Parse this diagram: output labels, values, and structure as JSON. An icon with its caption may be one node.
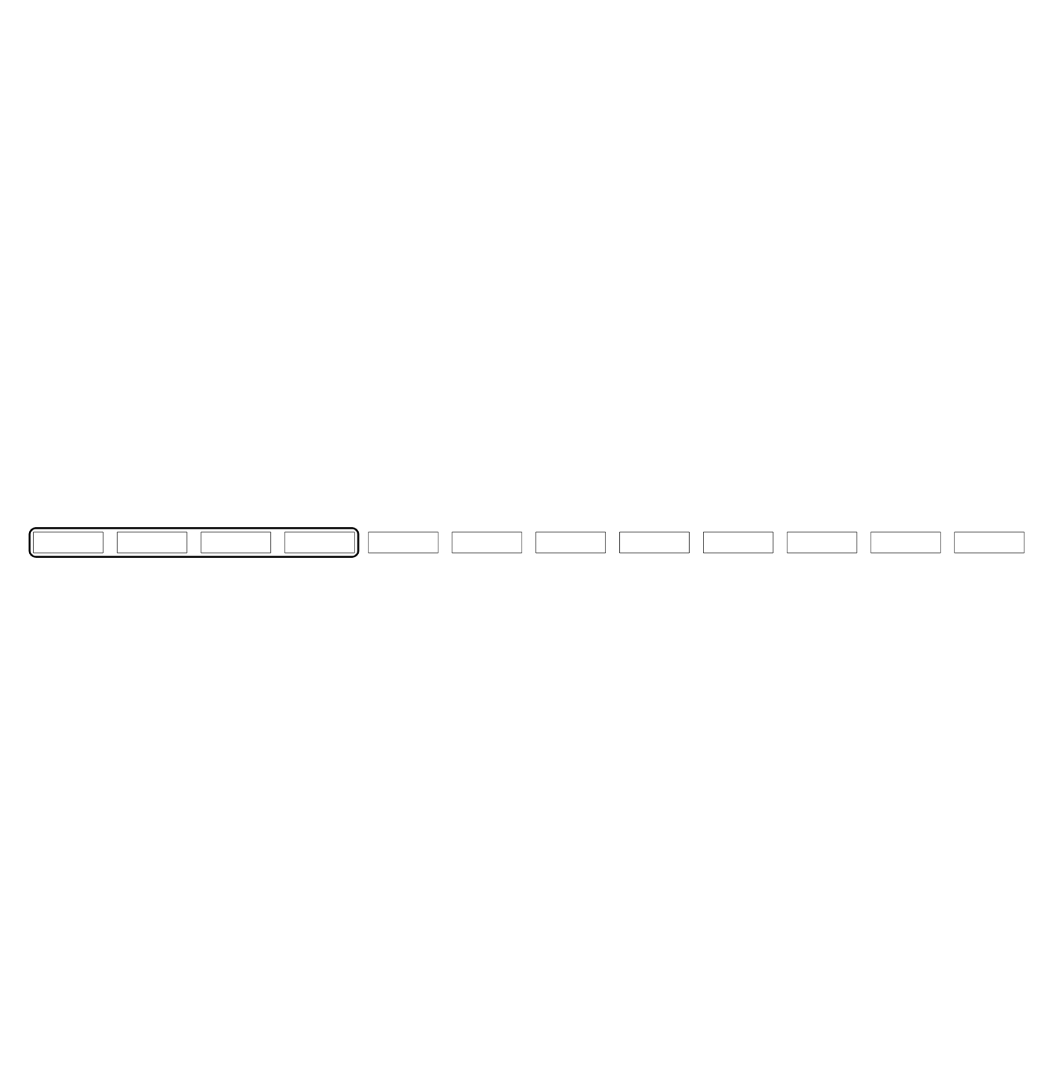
{
  "diagram": {
    "nodes": [
      {
        "text": [],
        "shape": "cloud"
      },
      {
        "text": [],
        "shape": "box",
        "in": 0
      },
      {
        "text": [],
        "shape": "box",
        "in": 0
      },
      {
        "text": [],
        "shape": "box",
        "in": 0
      },
      {
        "text": [],
        "shape": "box",
        "in": 0
      },
      {
        "text": [],
        "shape": "box"
      },
      {
        "text": [],
        "shape": "box"
      },
      {
        "text": [],
        "shape": "box"
      },
      {
        "text": [],
        "shape": "box"
      },
      {
        "text": [],
        "shape": "box"
      },
      {
        "text": [],
        "shape": "box"
      },
      {
        "text": [],
        "shape": "box"
      },
      {
        "text": [],
        "shape": "box"
      }
    ]
  }
}
